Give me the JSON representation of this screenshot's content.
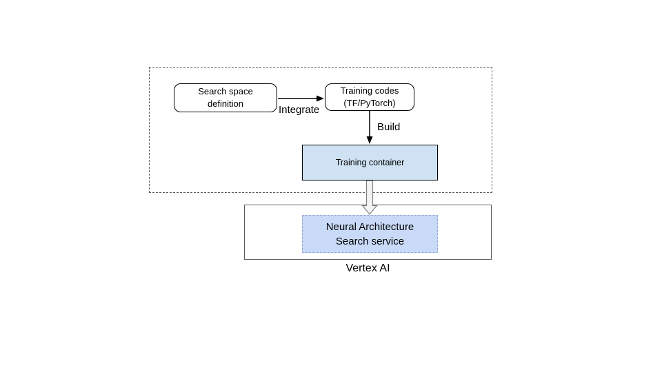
{
  "diagram": {
    "nodes": {
      "search_space": {
        "label": "Search space\ndefinition"
      },
      "training_codes": {
        "label": "Training codes\n(TF/PyTorch)"
      },
      "training_container": {
        "label": "Training container"
      },
      "nas_service": {
        "label": "Neural Architecture\nSearch service"
      }
    },
    "edges": {
      "integrate": {
        "label": "Integrate"
      },
      "build": {
        "label": "Build"
      }
    },
    "groups": {
      "vertex_ai": {
        "label": "Vertex AI"
      }
    },
    "colors": {
      "canvas_bg": "#ffffff",
      "training_container_fill": "#cfe2f3",
      "nas_service_fill": "#c9daf8",
      "nas_service_border": "#8496c7",
      "box_border": "#000000",
      "group_border": "#595959",
      "arrow_color": "#000000",
      "hollow_arrow_fill": "#f3f3f3",
      "hollow_arrow_stroke": "#808080"
    }
  }
}
